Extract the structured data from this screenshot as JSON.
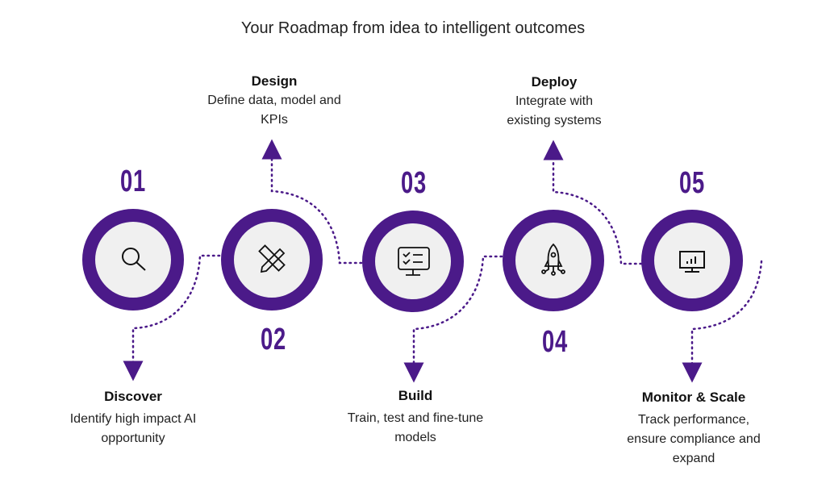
{
  "title": "Your Roadmap from idea to intelligent outcomes",
  "colors": {
    "accent": "#4b1a89",
    "circle_fill": "#f0f0f0"
  },
  "steps": [
    {
      "number": "01",
      "label": "Discover",
      "description": "Identify high impact AI opportunity",
      "icon": "search-icon"
    },
    {
      "number": "02",
      "label": "Design",
      "description": "Define data, model and KPIs",
      "icon": "pencil-ruler-icon"
    },
    {
      "number": "03",
      "label": "Build",
      "description": "Train, test and fine-tune models",
      "icon": "monitor-checklist-icon"
    },
    {
      "number": "04",
      "label": "Deploy",
      "description": "Integrate with existing systems",
      "icon": "rocket-icon"
    },
    {
      "number": "05",
      "label": "Monitor & Scale",
      "description": "Track performance, ensure compliance and expand",
      "icon": "monitor-chart-icon"
    }
  ]
}
